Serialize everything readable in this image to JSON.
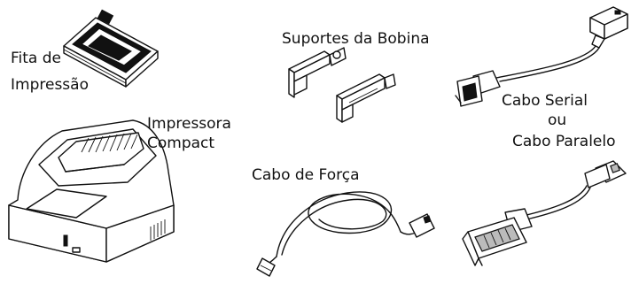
{
  "labels": {
    "fita_line1": "Fita de",
    "fita_line2": "Impressão",
    "suportes": "Suportes da Bobina",
    "impressora_line1": "Impressora",
    "impressora_line2": "Compact",
    "cabo_forca": "Cabo de Força",
    "cabo_serial": "Cabo Serial",
    "ou": "ou",
    "cabo_paralelo": "Cabo Paralelo"
  },
  "icons": [
    "ribbon-cartridge",
    "spool-holders",
    "printer",
    "power-cable",
    "serial-cable",
    "parallel-cable"
  ]
}
